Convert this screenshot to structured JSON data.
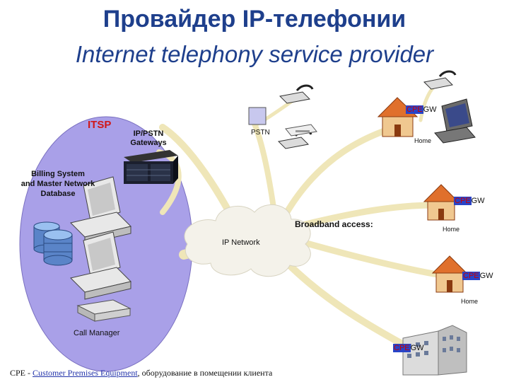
{
  "title": {
    "ru": "Провайдер IP-телефонии",
    "en": "Internet telephony service provider"
  },
  "labels": {
    "itsp": "ITSP",
    "gateways": "IP/PSTN\nGateways",
    "pstn": "PSTN",
    "billing": "Billing System\nand Master Network\nDatabase",
    "broadband": "Broadband access:",
    "ip_network": "IP Network",
    "call_manager": "Call Manager"
  },
  "homes": [
    {
      "cpe": "CPE",
      "gw": "GW",
      "label": "Home"
    },
    {
      "cpe": "CPE",
      "gw": "GW",
      "label": "Home"
    },
    {
      "cpe": "CPE",
      "gw": "GW",
      "label": "Home"
    }
  ],
  "office": {
    "cpe": "CPE",
    "gw": "GW"
  },
  "footer": {
    "prefix": "CPE - ",
    "link": "Customer Premises Equipment",
    "suffix": ", оборудование в помещении клиента"
  },
  "colors": {
    "title": "#1e3f8c",
    "itsp_oval": "#a9a0e8",
    "links": "#efe6b8",
    "cpe_box": "#2844c8",
    "house_roof": "#e0702c",
    "house_wall": "#f0c890"
  }
}
